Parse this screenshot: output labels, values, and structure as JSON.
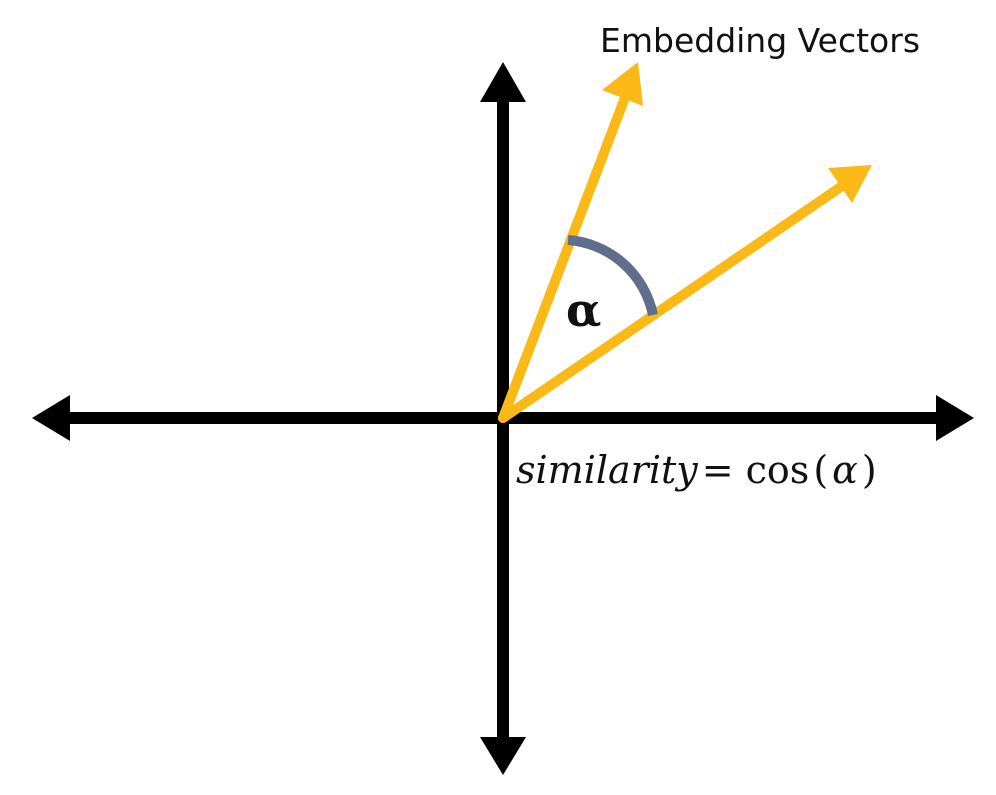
{
  "title": "Embedding Vectors",
  "angle_symbol": "α",
  "formula": {
    "lhs": "similarity",
    "equals": " = ",
    "func": "cos",
    "open_paren": "(",
    "arg": "α",
    "close_paren": ")"
  },
  "colors": {
    "axis": "#000000",
    "vector": "#FBB917",
    "angle_arc": "#5E6E8C",
    "text": "#111111"
  }
}
